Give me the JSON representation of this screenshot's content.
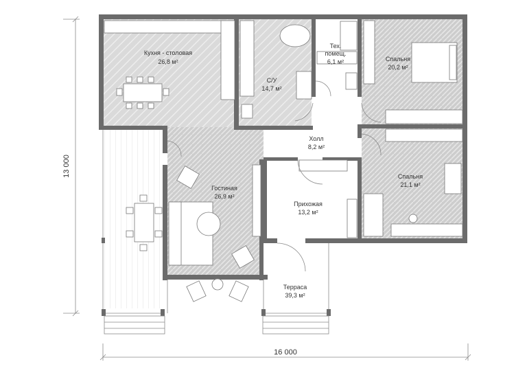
{
  "plan": {
    "rooms": [
      {
        "id": "kitchen",
        "name": "Кухня - столовая",
        "area": "26,8 м²"
      },
      {
        "id": "bathroom",
        "name": "С/У",
        "area": "14,7 м²"
      },
      {
        "id": "tech",
        "name": "Тех.",
        "name2": "помещ.",
        "area": "6,1 м²"
      },
      {
        "id": "bedroom1",
        "name": "Спальня",
        "area": "20,2 м²"
      },
      {
        "id": "hall",
        "name": "Холл",
        "area": "8,2 м²"
      },
      {
        "id": "living",
        "name": "Гостиная",
        "area": "26,9 м²"
      },
      {
        "id": "entry",
        "name": "Прихожая",
        "area": "13,2 м²"
      },
      {
        "id": "bedroom2",
        "name": "Спальня",
        "area": "21,1 м²"
      },
      {
        "id": "terrace",
        "name": "Терраса",
        "area": "39,3 м²"
      }
    ],
    "dimensions": {
      "width": "16 000",
      "height": "13 000"
    },
    "colors": {
      "wall": "#6b6b6b",
      "floor_tiled": "#d9d9d9",
      "floor_parquet": "#cfcfcf",
      "background": "#ffffff"
    }
  }
}
